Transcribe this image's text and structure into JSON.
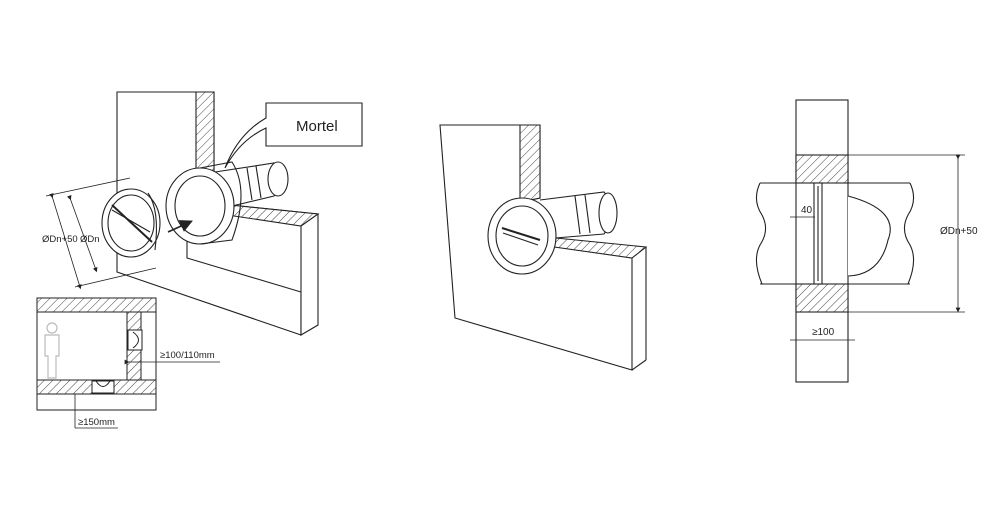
{
  "labels": {
    "mortel": "Mortel",
    "outer_dia": "ØDn+50",
    "inner_dia": "ØDn",
    "wall_clearance": "≥100/110mm",
    "floor_clearance": "≥150mm",
    "blade_gap": "40",
    "section_dia": "ØDn+50",
    "wall_thickness": "≥100"
  },
  "colors": {
    "line": "#222222",
    "hatch": "#444444",
    "fill": "#ffffff",
    "person": "#bbbbbb"
  },
  "icons": [
    "person-icon",
    "arrow-icon"
  ]
}
